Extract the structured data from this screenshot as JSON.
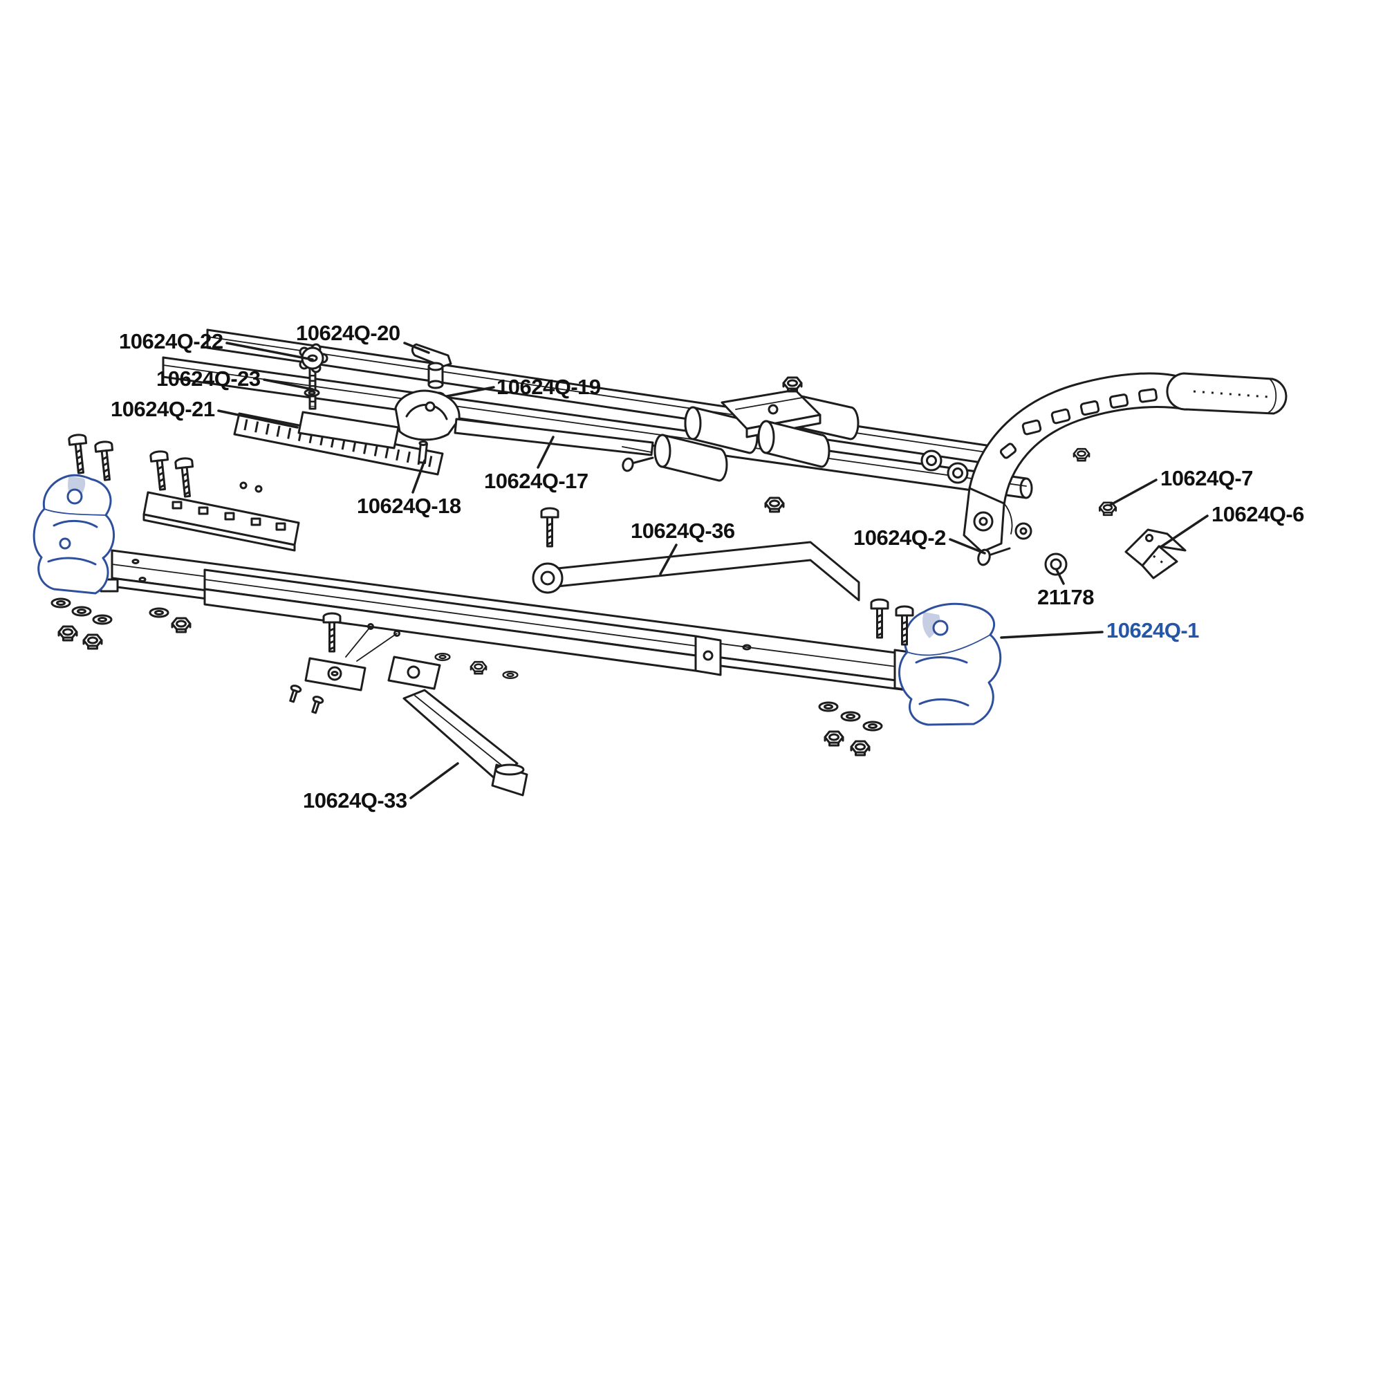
{
  "diagram": {
    "labels": [
      {
        "text": "10624Q-22",
        "highlighted": false
      },
      {
        "text": "10624Q-20",
        "highlighted": false
      },
      {
        "text": "10624Q-23",
        "highlighted": false
      },
      {
        "text": "10624Q-19",
        "highlighted": false
      },
      {
        "text": "10624Q-21",
        "highlighted": false
      },
      {
        "text": "10624Q-17",
        "highlighted": false
      },
      {
        "text": "10624Q-18",
        "highlighted": false
      },
      {
        "text": "10624Q-36",
        "highlighted": false
      },
      {
        "text": "10624Q-2",
        "highlighted": false
      },
      {
        "text": "10624Q-7",
        "highlighted": false
      },
      {
        "text": "10624Q-6",
        "highlighted": false
      },
      {
        "text": "21178",
        "highlighted": false
      },
      {
        "text": "10624Q-1",
        "highlighted": true
      },
      {
        "text": "10624Q-33",
        "highlighted": false
      }
    ],
    "colors": {
      "line": "#1d1d1d",
      "label": "#101010",
      "highlight_part": "#2e4f9c",
      "highlight_label": "#2456a8",
      "background": "#ffffff"
    }
  }
}
